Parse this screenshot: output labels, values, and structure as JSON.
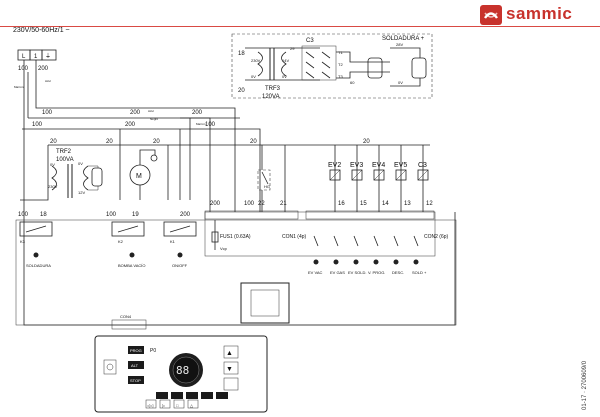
{
  "brand": {
    "name": "sammic",
    "color": "#c8322c"
  },
  "supply": {
    "label": "230V/50-60Hz/1 ~",
    "terminals": [
      "L",
      "1",
      "⏚"
    ]
  },
  "wire_numbers": [
    "100",
    "200",
    "100",
    "200",
    "200",
    "100",
    "200",
    "100",
    "100",
    "200",
    "20",
    "20",
    "20",
    "20",
    "20",
    "20",
    "20",
    "0",
    "18",
    "20",
    "20",
    "20",
    "20"
  ],
  "transformers": {
    "trf2": {
      "name": "TRF2",
      "rating": "100VA",
      "pins": [
        "0V",
        "230V",
        "0V",
        "12V"
      ]
    },
    "trf3": {
      "name": "TRF3",
      "rating": "120VA",
      "pins": [
        "230V",
        "0V",
        "14V",
        "0V"
      ]
    }
  },
  "weld_box": {
    "title": "SOLDADURA +",
    "contactor": "C3",
    "numbers": [
      "18",
      "20",
      "29",
      "T1",
      "T2",
      "T3",
      "60",
      "28V",
      "0V"
    ]
  },
  "relays": [
    {
      "id": "K3",
      "label": "SOLDADURA",
      "top": "18",
      "bottom": "100"
    },
    {
      "id": "K2",
      "label": "BOMBA VACÍO",
      "top": "19",
      "bottom": "100"
    },
    {
      "id": "K1",
      "label": "ON/OFF",
      "top": "200",
      "bottom": ""
    }
  ],
  "valves": [
    "EV2",
    "EV3",
    "EV4",
    "EV5",
    "C3"
  ],
  "outputs": [
    {
      "label": "EV VAC",
      "num": "16"
    },
    {
      "label": "EV GAS",
      "num": "15"
    },
    {
      "label": "EV SOLD.",
      "num": "14"
    },
    {
      "label": "V. PROG.",
      "num": "13"
    },
    {
      "label": "DESC.",
      "num": "12"
    },
    {
      "label": "SOLD +",
      "num": ""
    }
  ],
  "connectors": {
    "conn1": {
      "name": "CON1 (4p)",
      "pins": [
        "100",
        "200",
        "22",
        "21"
      ]
    },
    "conn2": {
      "name": "CON2 (6p)",
      "pins": [
        "16",
        "15",
        "14",
        "13",
        "12"
      ]
    },
    "conn4": {
      "name": "CON4"
    }
  },
  "fuse": {
    "label": "FUS1 (0.63A)",
    "sub": "Vcp"
  },
  "motor": {
    "symbol": "M"
  },
  "vacuostat": {
    "label": "HG"
  },
  "wire_colors": [
    "Marrón",
    "Azul",
    "Negro",
    "Blue"
  ],
  "panel": {
    "left_buttons": [
      "PROG",
      "ALT",
      "STOP"
    ],
    "display": "88",
    "bottom_buttons": [
      "◁◁",
      "▷",
      "□",
      "△"
    ],
    "right_buttons": [
      "▲",
      "▼"
    ],
    "marker": "P0"
  },
  "code": "01-17 · 2700609/0"
}
